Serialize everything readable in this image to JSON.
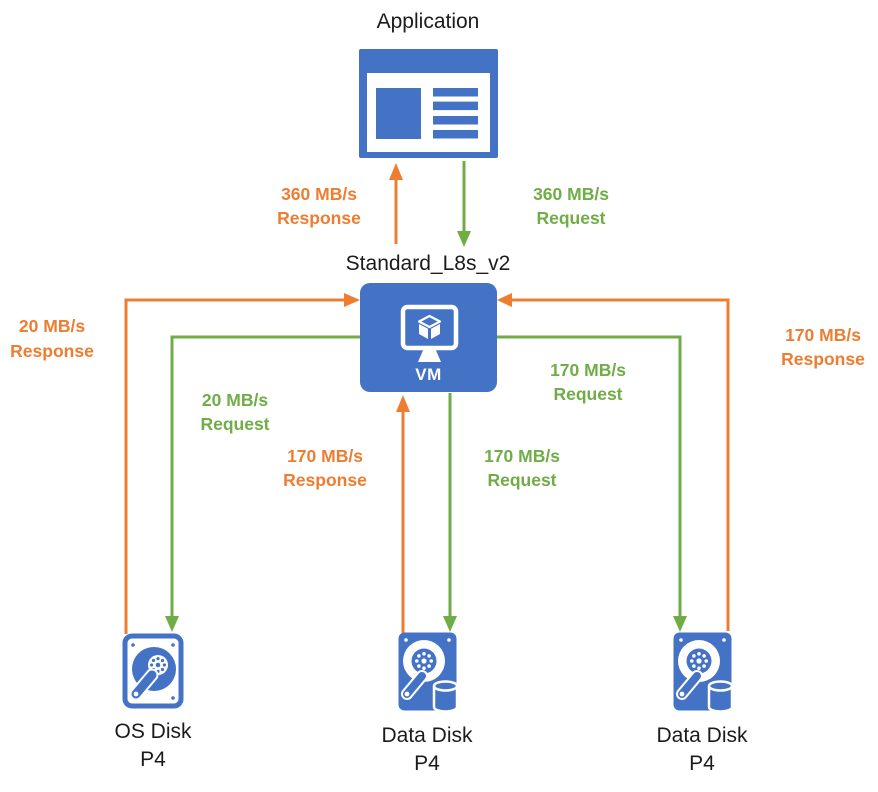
{
  "colors": {
    "blue": "#4472C4",
    "orange": "#ED7D31",
    "green": "#70AD47",
    "ink": "#1B1B1B"
  },
  "nodes": {
    "application": {
      "label": "Application"
    },
    "vm": {
      "label": "Standard_L8s_v2",
      "badge": "VM"
    },
    "os_disk": {
      "label": "OS Disk",
      "tier": "P4"
    },
    "data_disk_1": {
      "label": "Data Disk",
      "tier": "P4"
    },
    "data_disk_2": {
      "label": "Data Disk",
      "tier": "P4"
    }
  },
  "flows": {
    "app_response": {
      "rate": "360 MB/s",
      "kind": "Response",
      "color": "orange"
    },
    "app_request": {
      "rate": "360 MB/s",
      "kind": "Request",
      "color": "green"
    },
    "os_response": {
      "rate": "20 MB/s",
      "kind": "Response",
      "color": "orange"
    },
    "os_request": {
      "rate": "20 MB/s",
      "kind": "Request",
      "color": "green"
    },
    "data1_response": {
      "rate": "170 MB/s",
      "kind": "Response",
      "color": "orange"
    },
    "data1_request": {
      "rate": "170 MB/s",
      "kind": "Request",
      "color": "green"
    },
    "data2_request": {
      "rate": "170 MB/s",
      "kind": "Request",
      "color": "green"
    },
    "data2_response": {
      "rate": "170 MB/s",
      "kind": "Response",
      "color": "orange"
    }
  }
}
